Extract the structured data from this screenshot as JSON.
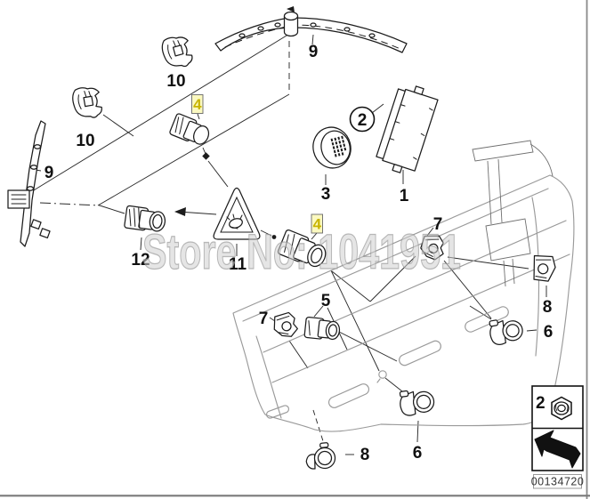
{
  "watermark": "Store No: 1041951",
  "image_code": "00134720",
  "labels": {
    "part1": "1",
    "part2_circled": "2",
    "part3": "3",
    "part4_upper": "4",
    "part4_lower": "4",
    "part5": "5",
    "part6_right": "6",
    "part6_bottom": "6",
    "part7_left": "7",
    "part7_right": "7",
    "part8_top_right": "8",
    "part8_bottom_left": "8",
    "part9_top": "9",
    "part9_left": "9",
    "part10_top": "10",
    "part10_left": "10",
    "part11": "11",
    "part12": "12"
  },
  "legend": {
    "item_number": "2"
  },
  "colors": {
    "highlight_bg": "#fbf9c0",
    "highlight_text": "#c8b400",
    "part_line": "#1c1c1c",
    "bumper_line": "#9a9a9a",
    "watermark_gray": "#9a9a9a",
    "frame_gray": "#8a8a8a"
  }
}
